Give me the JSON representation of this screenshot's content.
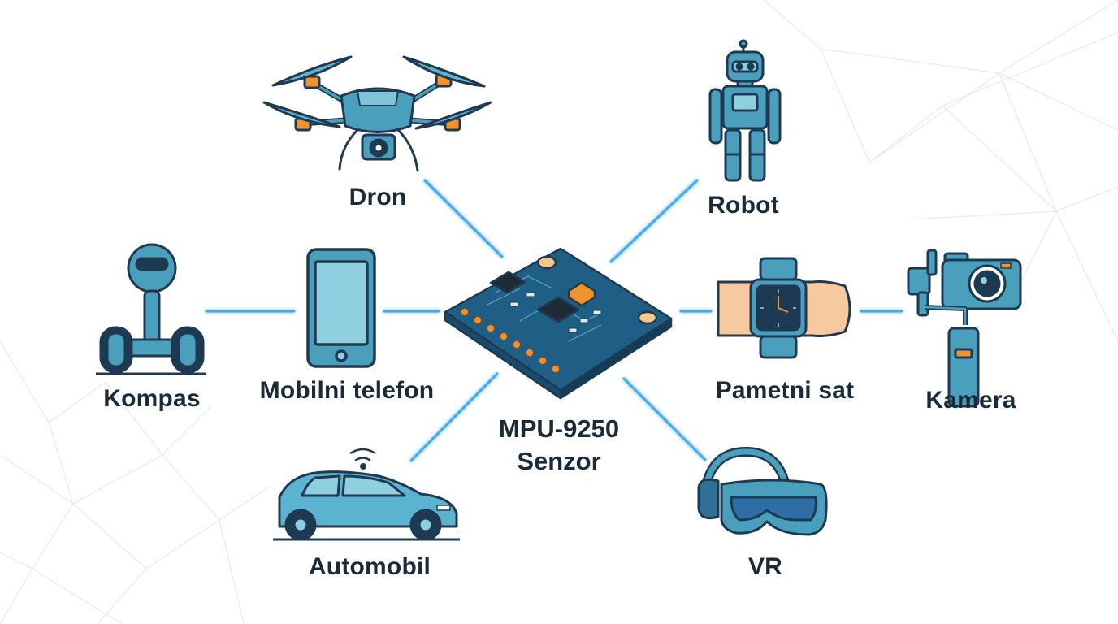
{
  "center": {
    "line1": "MPU-9250",
    "line2": "Senzor"
  },
  "nodes": {
    "dron": "Dron",
    "robot": "Robot",
    "kompas": "Kompas",
    "mobilni": "Mobilni telefon",
    "pametni": "Pametni sat",
    "kamera": "Kamera",
    "automobil": "Automobil",
    "vr": "VR"
  },
  "colors": {
    "outline": "#1e3a52",
    "device": "#4a9fbd",
    "device_light": "#8fd0e0",
    "board": "#1f5f86",
    "accent": "#f0922e",
    "connector": "#3aa6e8",
    "text": "#1b2a3b"
  },
  "icons": {
    "dron": "drone-icon",
    "robot": "robot-icon",
    "kompas": "segway-icon",
    "mobilni": "smartphone-icon",
    "pametni": "smartwatch-icon",
    "kamera": "camera-gimbal-icon",
    "automobil": "car-icon",
    "vr": "vr-headset-icon",
    "center": "sensor-board-icon"
  }
}
